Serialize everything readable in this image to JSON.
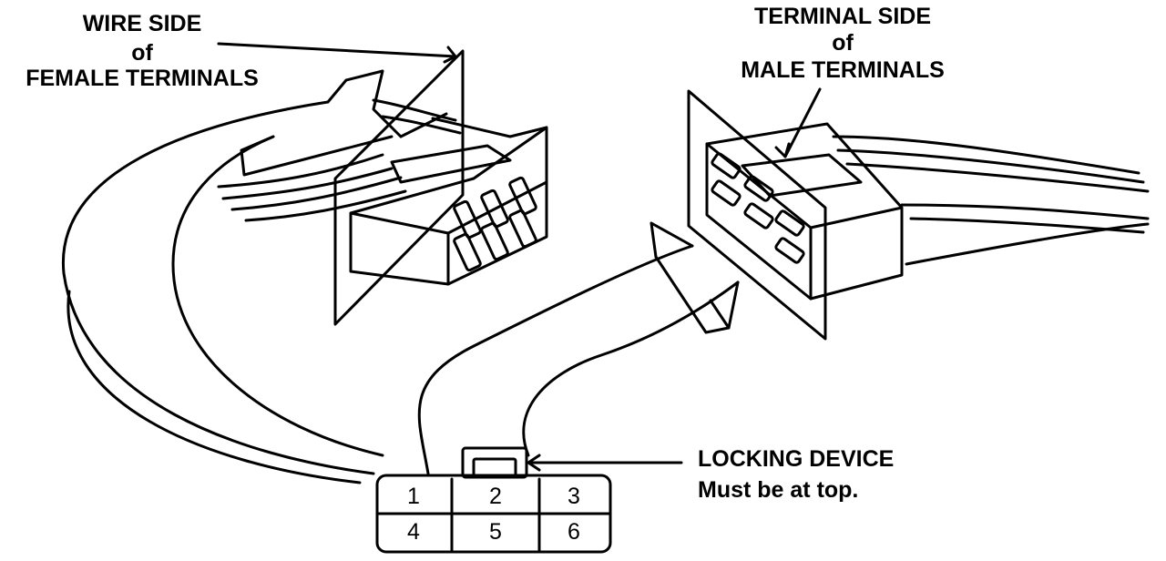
{
  "labels": {
    "wire_side": [
      "WIRE SIDE",
      "of",
      "FEMALE TERMINALS"
    ],
    "terminal_side": [
      "TERMINAL SIDE",
      "of",
      "MALE TERMINALS"
    ],
    "locking_device": [
      "LOCKING DEVICE",
      "Must be at top."
    ]
  },
  "connector_face": {
    "top_row": [
      "1",
      "2",
      "3"
    ],
    "bottom_row": [
      "4",
      "5",
      "6"
    ]
  }
}
